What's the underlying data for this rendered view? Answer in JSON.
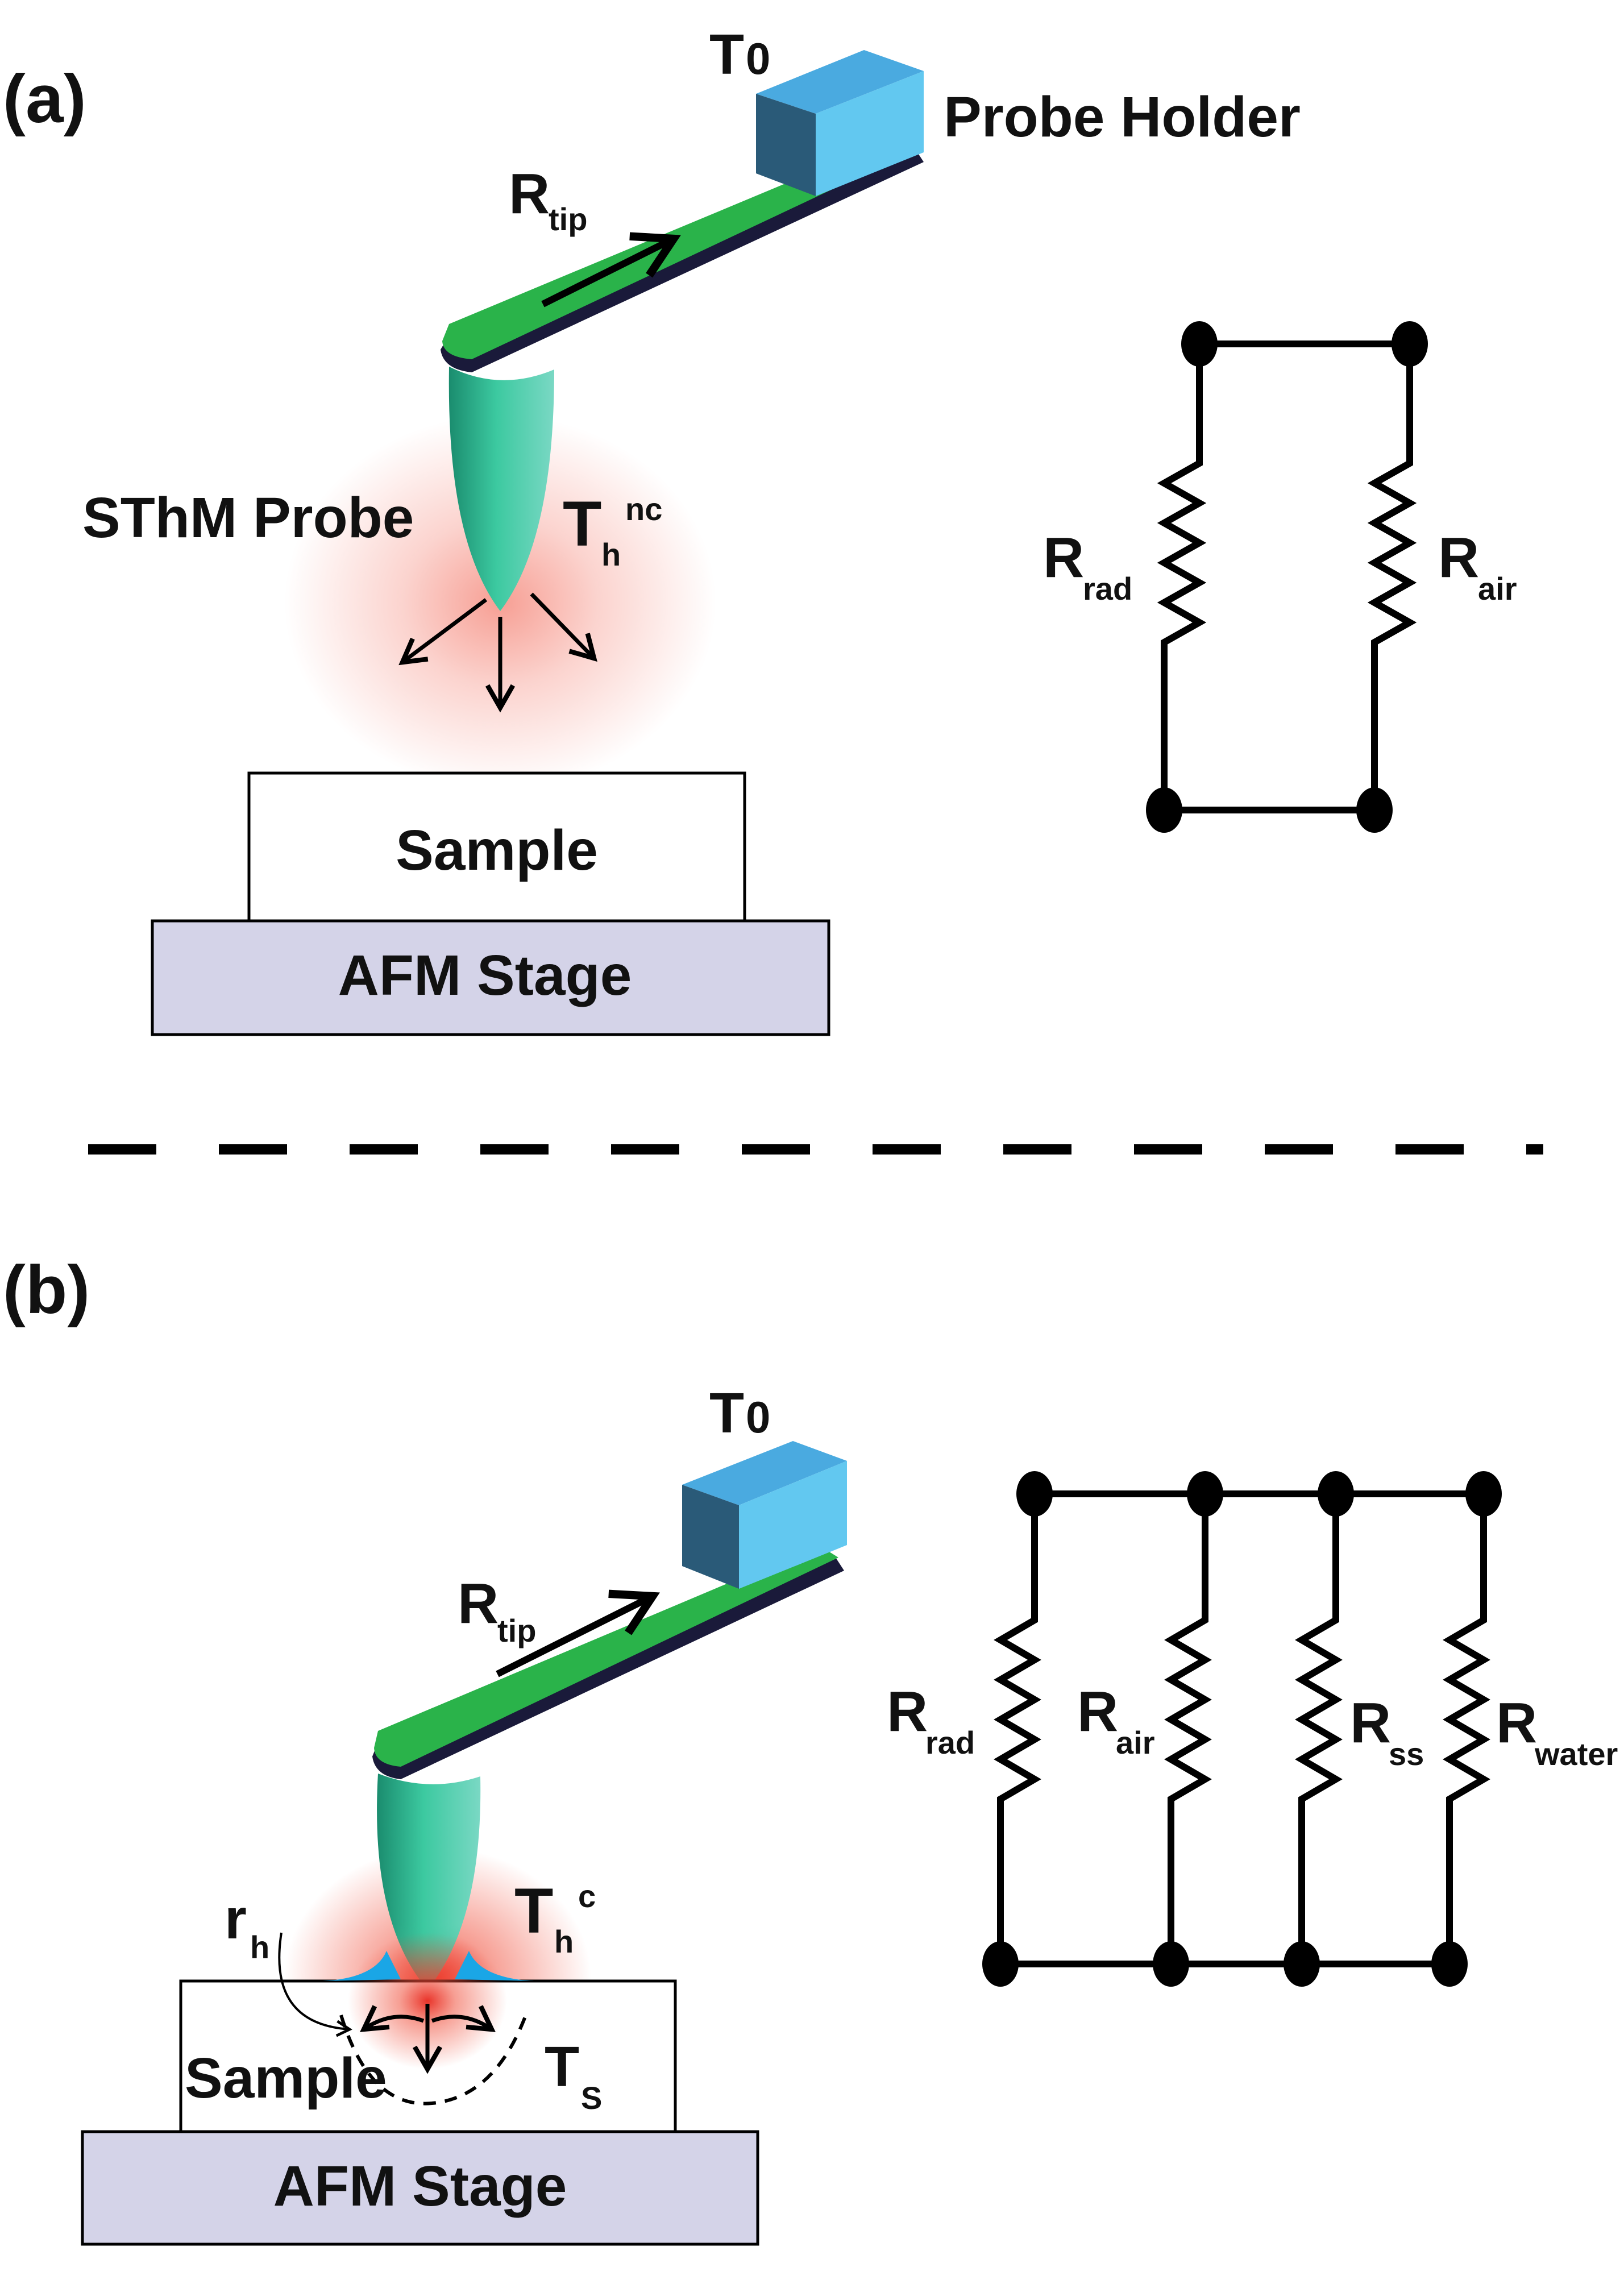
{
  "panel_a": {
    "label": "(a)",
    "holder_temp": {
      "main": "T",
      "sub": "0"
    },
    "holder_label": "Probe Holder",
    "tip_resistance": {
      "main": "R",
      "sub": "tip"
    },
    "probe_label": "SThM Probe",
    "heater_temp": {
      "main": "T",
      "sub": "h",
      "sup": "nc"
    },
    "sample_label": "Sample",
    "stage_label": "AFM Stage",
    "circuit": [
      {
        "main": "R",
        "sub": "rad"
      },
      {
        "main": "R",
        "sub": "air"
      }
    ]
  },
  "panel_b": {
    "label": "(b)",
    "holder_temp": {
      "main": "T",
      "sub": "0"
    },
    "tip_resistance": {
      "main": "R",
      "sub": "tip"
    },
    "heater_temp": {
      "main": "T",
      "sub": "h",
      "sup": "c"
    },
    "contact_radius": {
      "main": "r",
      "sub": "h"
    },
    "sample_label": "Sample",
    "sample_temp": {
      "main": "T",
      "sub": "S"
    },
    "stage_label": "AFM Stage",
    "circuit": [
      {
        "main": "R",
        "sub": "rad"
      },
      {
        "main": "R",
        "sub": "air"
      },
      {
        "main": "R",
        "sub": "ss"
      },
      {
        "main": "R",
        "sub": "water"
      }
    ]
  },
  "colors": {
    "cantilever": "#2ab34a",
    "cantilever_edge": "#1a1a3a",
    "holder_top": "#4aaae0",
    "holder_front": "#62c8f0",
    "holder_side": "#2a5a78",
    "tip": "#3cc9a0",
    "stage": "#d4d3e8",
    "heat_glow": "#f0503c",
    "water_meniscus": "#1aa6e6"
  }
}
